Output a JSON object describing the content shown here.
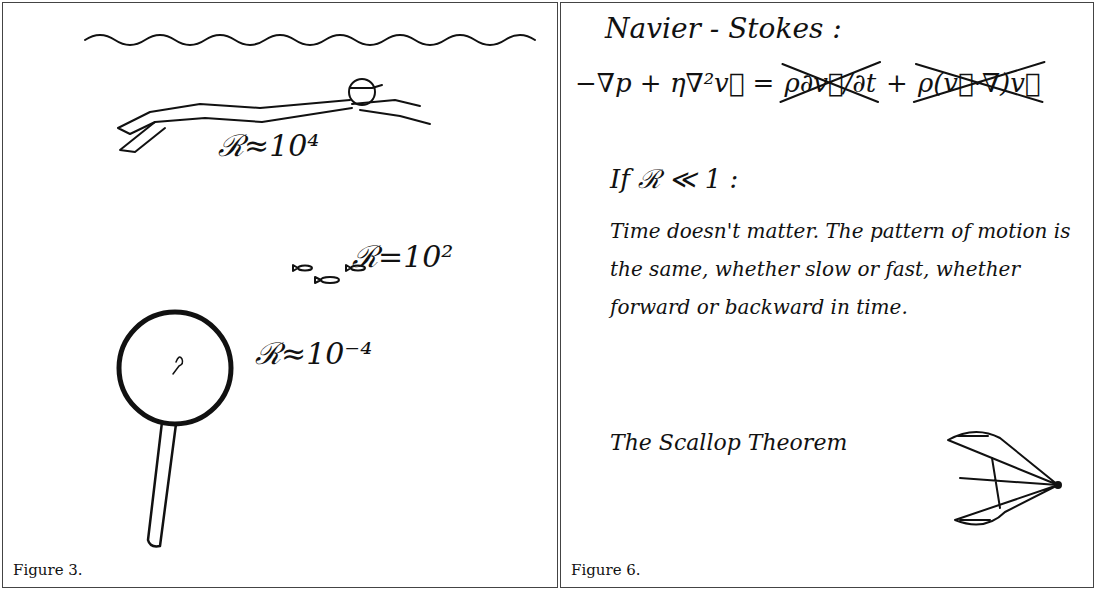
{
  "diagram": {
    "nodes": [
      {
        "text": [
          "Figure 3."
        ]
      },
      {
        "text": [
          "Figure 6."
        ]
      }
    ],
    "labels": [
      "ℛ≈10⁴",
      "ℛ=10²",
      "ℛ≈10⁻⁴",
      "Navier - Stokes :",
      "−∇p + η∇²v⃗ =",
      "ρ∂v⃗/∂t",
      "+",
      "ρ(v⃗·∇)v⃗",
      "If ℛ ≪ 1 :",
      "Time doesn't matter. The pattern of motion is the same, whether slow or fast, whether forward or backward in time.",
      "The Scallop Theorem"
    ]
  }
}
